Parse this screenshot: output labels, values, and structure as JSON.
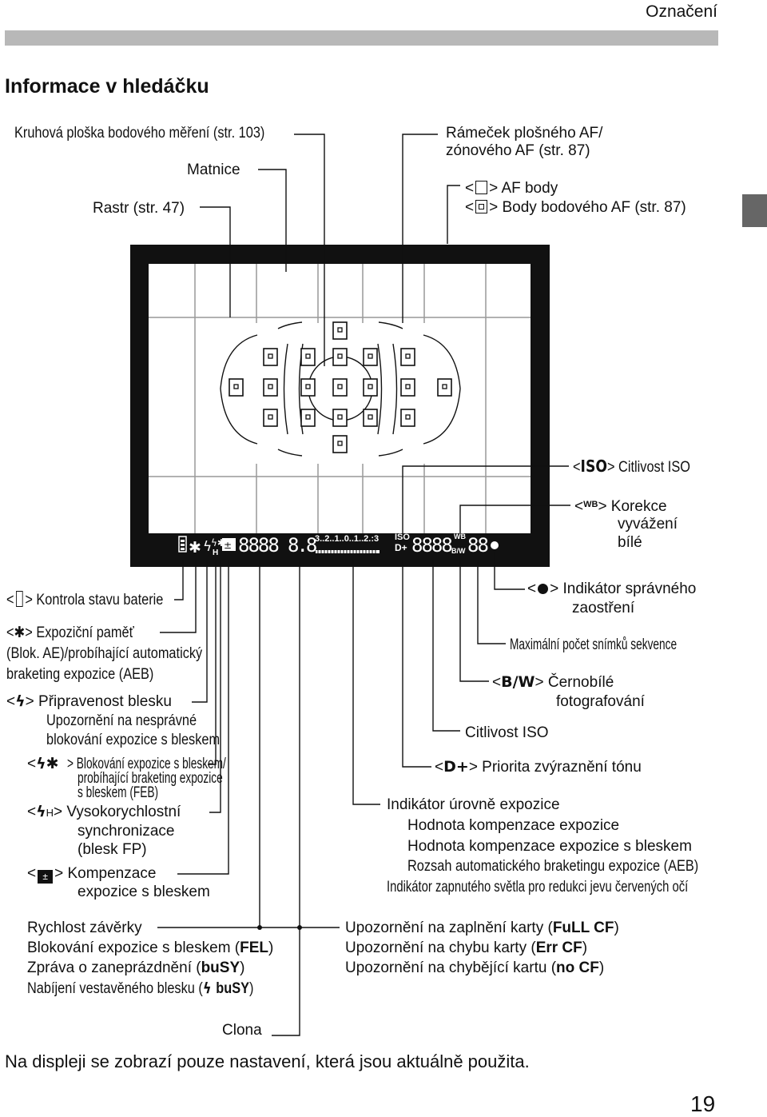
{
  "header": {
    "section": "Označení"
  },
  "title": "Informace v hledáčku",
  "top_labels": {
    "spot": "Kruhová ploška bodového měření (str. 103)",
    "matnice": "Matnice",
    "rastr": "Rastr (str. 47)",
    "frame_line1": "Rámeček plošného AF/",
    "frame_line2": "zónového AF (str. 87)",
    "af_points": "AF body",
    "af_spot": "Body bodového AF (str. 87)"
  },
  "vf_display": {
    "digits_shutter": "8888",
    "digits_aperture": "8.8",
    "scale_text": "3..2..1..0..1..2.:3",
    "iso_text": "ISO",
    "d_plus": "D+",
    "digits_iso": "8888",
    "wb_text": "WB",
    "bw_text": "B/W",
    "digits_count": "88"
  },
  "right_labels": {
    "iso_prefix": "<",
    "iso_icon": "ISO",
    "iso_label": "> Citlivost ISO",
    "wb_prefix": "<",
    "wb_icon": "WB",
    "wb_label1": "> Korekce",
    "wb_label2": "vyvážení",
    "wb_label3": "bílé",
    "focus_prefix": "<",
    "focus_label1": "> Indikátor správného",
    "focus_label2": "zaostření",
    "max_burst": "Maximální počet snímků sekvence",
    "bw_prefix": "<",
    "bw_icon": "B/W",
    "bw_label1": "> Černobílé",
    "bw_label2": "fotografování",
    "iso_sens": "Citlivost ISO",
    "d_prefix": "<",
    "d_icon": "D+",
    "d_label": "> Priorita zvýraznění tónu",
    "exp_level": "Indikátor úrovně expozice",
    "exp_comp": "Hodnota kompenzace expozice",
    "flash_comp": "Hodnota kompenzace expozice s bleskem",
    "aeb_range": "Rozsah automatického braketingu expozice (AEB)",
    "red_eye": "Indikátor zapnutého světla pro redukci jevu červených očí"
  },
  "left_labels": {
    "battery_prefix": "<",
    "battery_label": "> Kontrola stavu baterie",
    "ae_prefix": "<",
    "ae_label": ">  Expoziční paměť",
    "ae_line2": "(Blok. AE)/probíhající automatický",
    "ae_line3": "braketing expozice (AEB)",
    "flash_prefix": "<",
    "flash_label": "> Připravenost blesku",
    "flash_line2": "Upozornění na nesprávné",
    "flash_line3": "blokování expozice s bleskem",
    "fel_prefix": "<",
    "fel_label1": "> Blokování expozice s bleskem/",
    "fel_label2": "probíhající braketing expozice",
    "fel_label3": "s bleskem (FEB)",
    "fp_prefix": "<",
    "fp_sub": "H",
    "fp_label1": "> Vysokorychlostní",
    "fp_label2": "synchronizace",
    "fp_label3": "(blesk FP)",
    "comp_prefix": "<",
    "comp_label1": "> Kompenzace",
    "comp_label2": "expozice s bleskem"
  },
  "bottom_left": {
    "l1": "Rychlost závěrky",
    "l2a": "Blokování expozice s bleskem (",
    "l2b": "FEL",
    "l2c": ")",
    "l3a": "Zpráva o zaneprázdnění (",
    "l3b": "buSY",
    "l3c": ")",
    "l4a": "Nabíjení vestavěného blesku (",
    "l4b": "buSY",
    "l4c": ")"
  },
  "bottom_right": {
    "l1a": "Upozornění na zaplnění karty (",
    "l1b": "FuLL CF",
    "l1c": ")",
    "l2a": "Upozornění na chybu karty (",
    "l2b": "Err CF",
    "l2c": ")",
    "l3a": "Upozornění na chybějící kartu (",
    "l3b": "no CF",
    "l3c": ")"
  },
  "clona": "Clona",
  "footer_note": "Na displeji se zobrazí pouze nastavení, která jsou aktuálně použita.",
  "page_number": "19"
}
